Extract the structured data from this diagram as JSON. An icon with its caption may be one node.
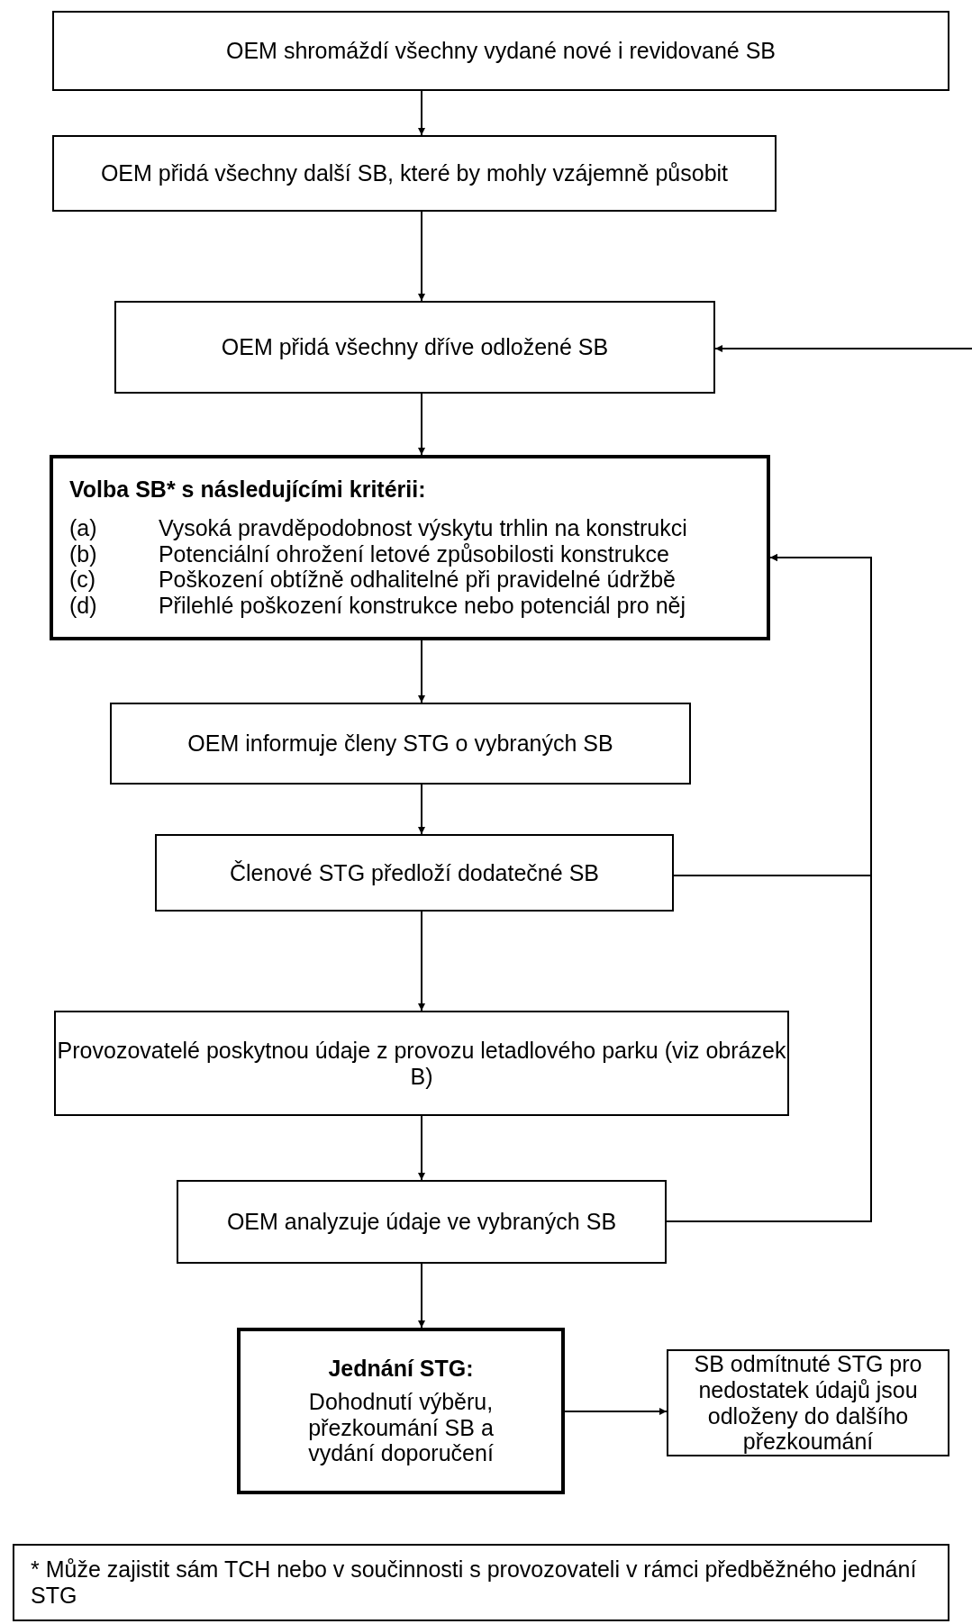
{
  "diagram": {
    "nodes": [
      {
        "text": [
          "OEM shromáždí všechny vydané nové i revidované SB"
        ]
      },
      {
        "text": [
          "OEM přidá všechny další SB, které by mohly vzájemně působit"
        ]
      },
      {
        "text": [
          "OEM přidá všechny dříve odložené SB"
        ]
      },
      {
        "text": [
          "Volba SB* s následujícími kritérii:",
          "(a) Vysoká pravděpodobnost výskytu trhlin na konstrukci",
          "(b) Potenciální ohrožení letové způsobilosti konstrukce",
          "(c) Poškození obtížně odhalitelné při pravidelné údržbě",
          "(d) Přilehlé poškození konstrukce nebo potenciál pro něj"
        ]
      },
      {
        "text": [
          "OEM informuje členy STG o vybraných SB"
        ]
      },
      {
        "text": [
          "Členové STG předloží dodatečné SB"
        ]
      },
      {
        "text": [
          "Provozovatelé poskytnou údaje z provozu letadlového parku (viz obrázek B)"
        ]
      },
      {
        "text": [
          "OEM analyzuje údaje ve vybraných SB"
        ]
      },
      {
        "text": [
          "Jednání STG:",
          "Dohodnutí výběru, přezkoumání SB a vydání doporučení"
        ]
      },
      {
        "text": [
          "SB odmítnuté STG pro nedostatek údajů jsou odloženy do dalšího přezkoumání"
        ]
      },
      {
        "text": [
          "* Může zajistit sám TCH nebo v součinnosti s provozovateli v rámci předběžného jednání STG"
        ]
      }
    ],
    "edges": [
      {
        "from": 0,
        "to": 1,
        "arrow": "to"
      },
      {
        "from": 1,
        "to": 2,
        "arrow": "to"
      },
      {
        "from": null,
        "to": 2,
        "arrow": "to"
      },
      {
        "from": 2,
        "to": 3,
        "arrow": "to"
      },
      {
        "from": 3,
        "to": 4,
        "arrow": "to"
      },
      {
        "from": 4,
        "to": 5,
        "arrow": "to"
      },
      {
        "from": 5,
        "to": 6,
        "arrow": "to"
      },
      {
        "from": 6,
        "to": 7,
        "arrow": "to"
      },
      {
        "from": 7,
        "to": 8,
        "arrow": "to"
      },
      {
        "from": 8,
        "to": 9,
        "arrow": "to"
      },
      {
        "from": 5,
        "to": 3,
        "arrow": "to"
      },
      {
        "from": 7,
        "to": 3,
        "arrow": "to"
      }
    ]
  }
}
